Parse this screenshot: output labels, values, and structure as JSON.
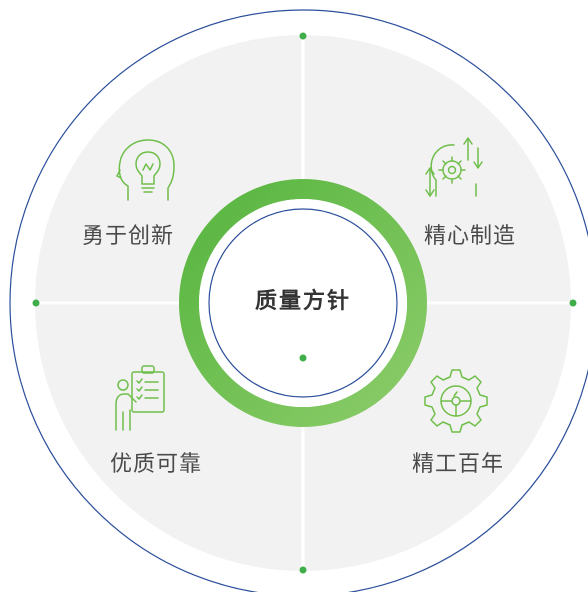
{
  "center": {
    "title": "质量方针"
  },
  "quadrants": [
    {
      "label": "勇于创新",
      "icon": "lightbulb-head-icon"
    },
    {
      "label": "精心制造",
      "icon": "gear-head-arrows-icon"
    },
    {
      "label": "优质可靠",
      "icon": "clipboard-checklist-icon"
    },
    {
      "label": "精工百年",
      "icon": "gear-steering-wheel-icon"
    }
  ],
  "colors": {
    "accent_green": "#6fbe4a",
    "dot_green": "#3fae49",
    "outline_blue": "#2c4f9c",
    "panel_gray": "#f2f2f2",
    "text": "#4a4a4a",
    "title_text": "#333333"
  }
}
